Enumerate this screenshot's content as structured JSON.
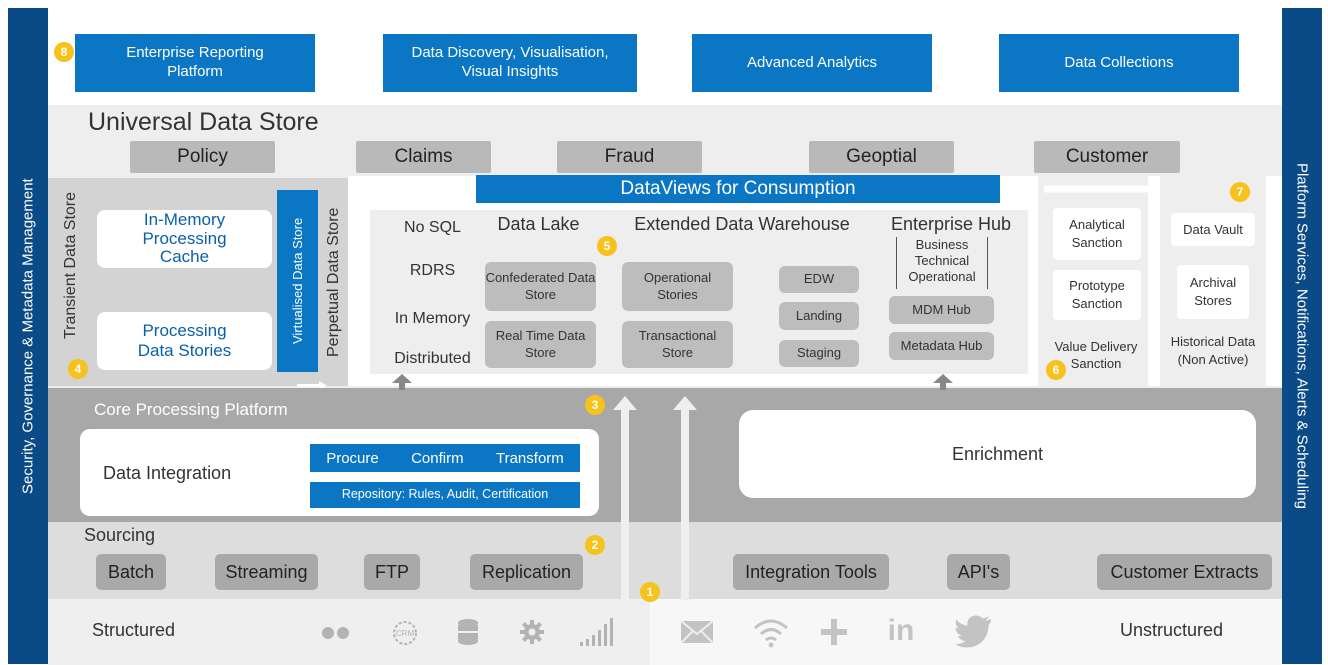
{
  "sidebars": {
    "left": "Security, Governance & Metadata Management",
    "right": "Platform Services, Notifications, Alerts & Scheduling"
  },
  "badges": [
    "1",
    "2",
    "3",
    "4",
    "5",
    "6",
    "7",
    "8"
  ],
  "consumers": [
    "Enterprise Reporting Platform",
    "Data Discovery, Visualisation, Visual Insights",
    "Advanced Analytics",
    "Data Collections"
  ],
  "uds": {
    "title": "Universal Data Store",
    "tabs": [
      "Policy",
      "Claims",
      "Fraud",
      "Geoptial",
      "Customer"
    ],
    "transient": {
      "label": "Transient Data Store",
      "in_memory": "In-Memory Processing Cache",
      "processing": "Processing Data Stories"
    },
    "virtualised": "Virtualised Data Store",
    "perpetual": "Perpetual Data Store",
    "dataviews": "DataViews for Consumption",
    "storage_types": [
      "No SQL",
      "RDRS",
      "In Memory",
      "Distributed"
    ],
    "data_lake": {
      "title": "Data Lake",
      "items": [
        "Confederated Data Store",
        "Real Time Data Store"
      ]
    },
    "edw": {
      "title": "Extended Data Warehouse",
      "items_left": [
        "Operational Stories",
        "Transactional Store"
      ],
      "items_right": [
        "EDW",
        "Landing",
        "Staging"
      ]
    },
    "enterprise_hub": {
      "title": "Enterprise Hub",
      "bracket": [
        "Business",
        "Technical",
        "Operational"
      ],
      "items": [
        "MDM Hub",
        "Metadata Hub"
      ]
    },
    "sanctions": [
      "Analytical Sanction",
      "Prototype Sanction",
      "Value Delivery Sanction"
    ],
    "historical": [
      "Data Vault",
      "Archival Stores",
      "Historical Data (Non Active)"
    ]
  },
  "core": {
    "title": "Core Processing Platform",
    "data_integration": "Data Integration",
    "steps": [
      "Procure",
      "Confirm",
      "Transform"
    ],
    "repository": "Repository: Rules, Audit, Certification",
    "enrichment": "Enrichment"
  },
  "sourcing": {
    "title": "Sourcing",
    "left": [
      "Batch",
      "Streaming",
      "FTP",
      "Replication"
    ],
    "right": [
      "Integration Tools",
      "API's",
      "Customer Extracts"
    ]
  },
  "bottom": {
    "structured": "Structured",
    "unstructured": "Unstructured",
    "structured_icons": [
      "dots-icon",
      "crm-icon",
      "database-icon",
      "gear-icon",
      "signal-icon"
    ],
    "unstructured_icons": [
      "mail-icon",
      "wifi-icon",
      "plus-icon",
      "linkedin-icon",
      "twitter-icon"
    ],
    "crm_text": "CRM",
    "linkedin_text": "in"
  }
}
